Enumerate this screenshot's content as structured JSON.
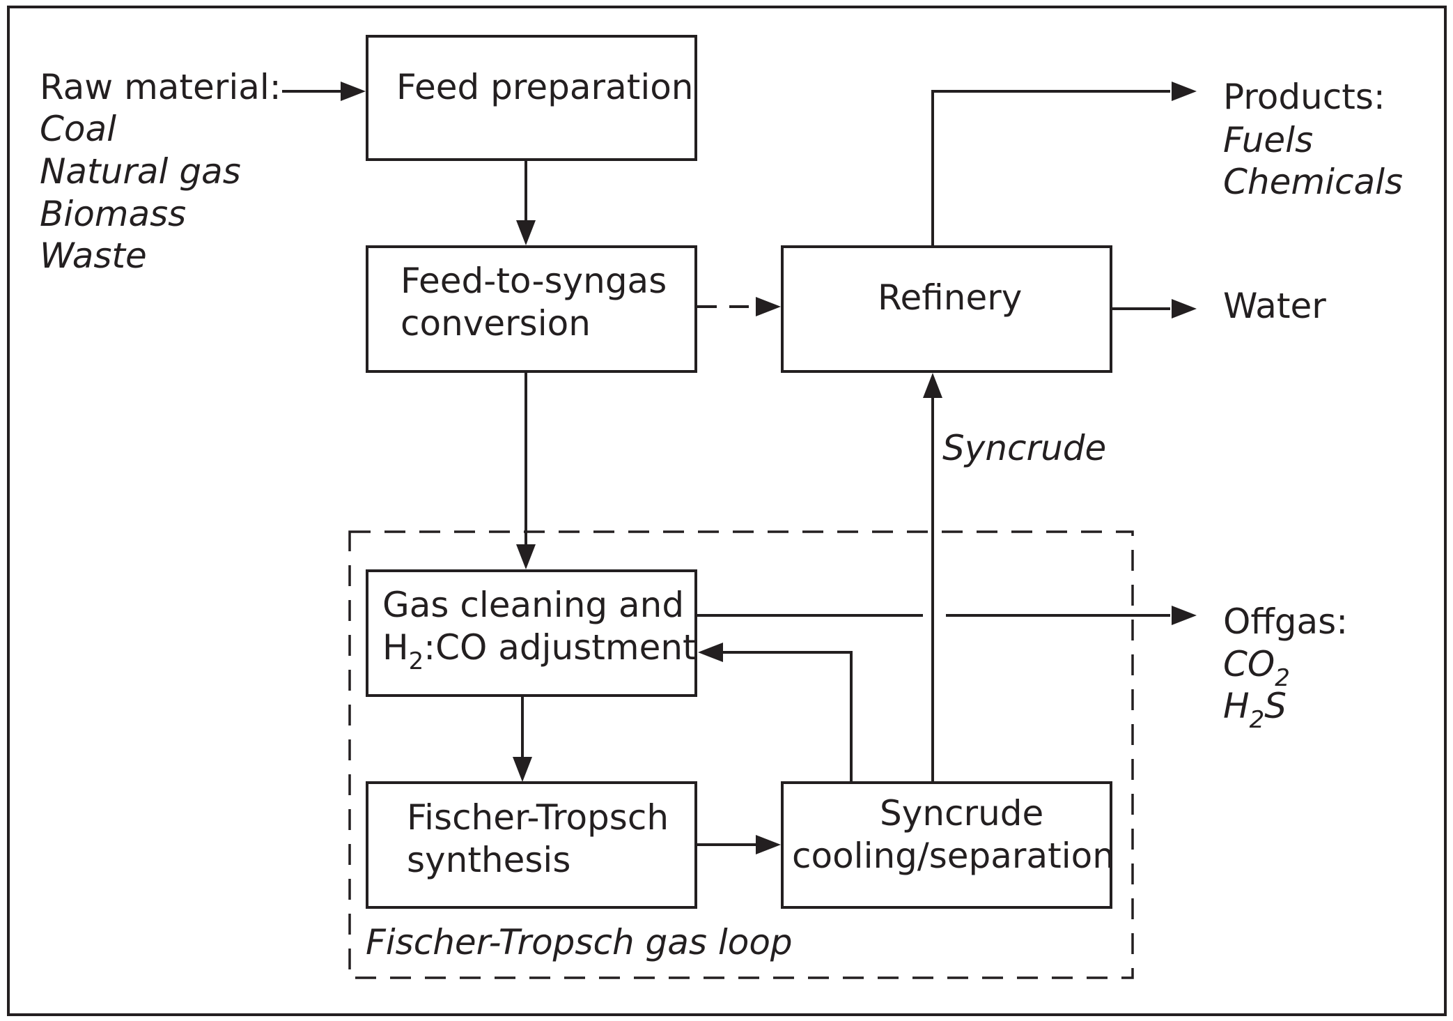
{
  "diagram": {
    "raw_material": {
      "title": "Raw material:",
      "items": [
        "Coal",
        "Natural gas",
        "Biomass",
        "Waste"
      ]
    },
    "boxes": {
      "feed_preparation": "Feed preparation",
      "feed_to_syngas": [
        "Feed-to-syngas",
        "conversion"
      ],
      "refinery": "Refinery",
      "gas_cleaning": {
        "line1": "Gas cleaning and",
        "line2_h": "H",
        "line2_sub": "2",
        "line2_rest": ":CO adjustment"
      },
      "fischer_tropsch": [
        "Fischer-Tropsch",
        "synthesis"
      ],
      "syncrude_cooling": [
        "Syncrude",
        "cooling/separation"
      ]
    },
    "products": {
      "title": "Products:",
      "items": [
        "Fuels",
        "Chemicals"
      ]
    },
    "water": "Water",
    "syncrude": "Syncrude",
    "offgas": {
      "title": "Offgas:",
      "co2_main": "CO",
      "co2_sub": "2",
      "h2s_h": "H",
      "h2s_sub": "2",
      "h2s_rest": "S"
    },
    "loop_label": "Fischer-Tropsch gas loop"
  }
}
